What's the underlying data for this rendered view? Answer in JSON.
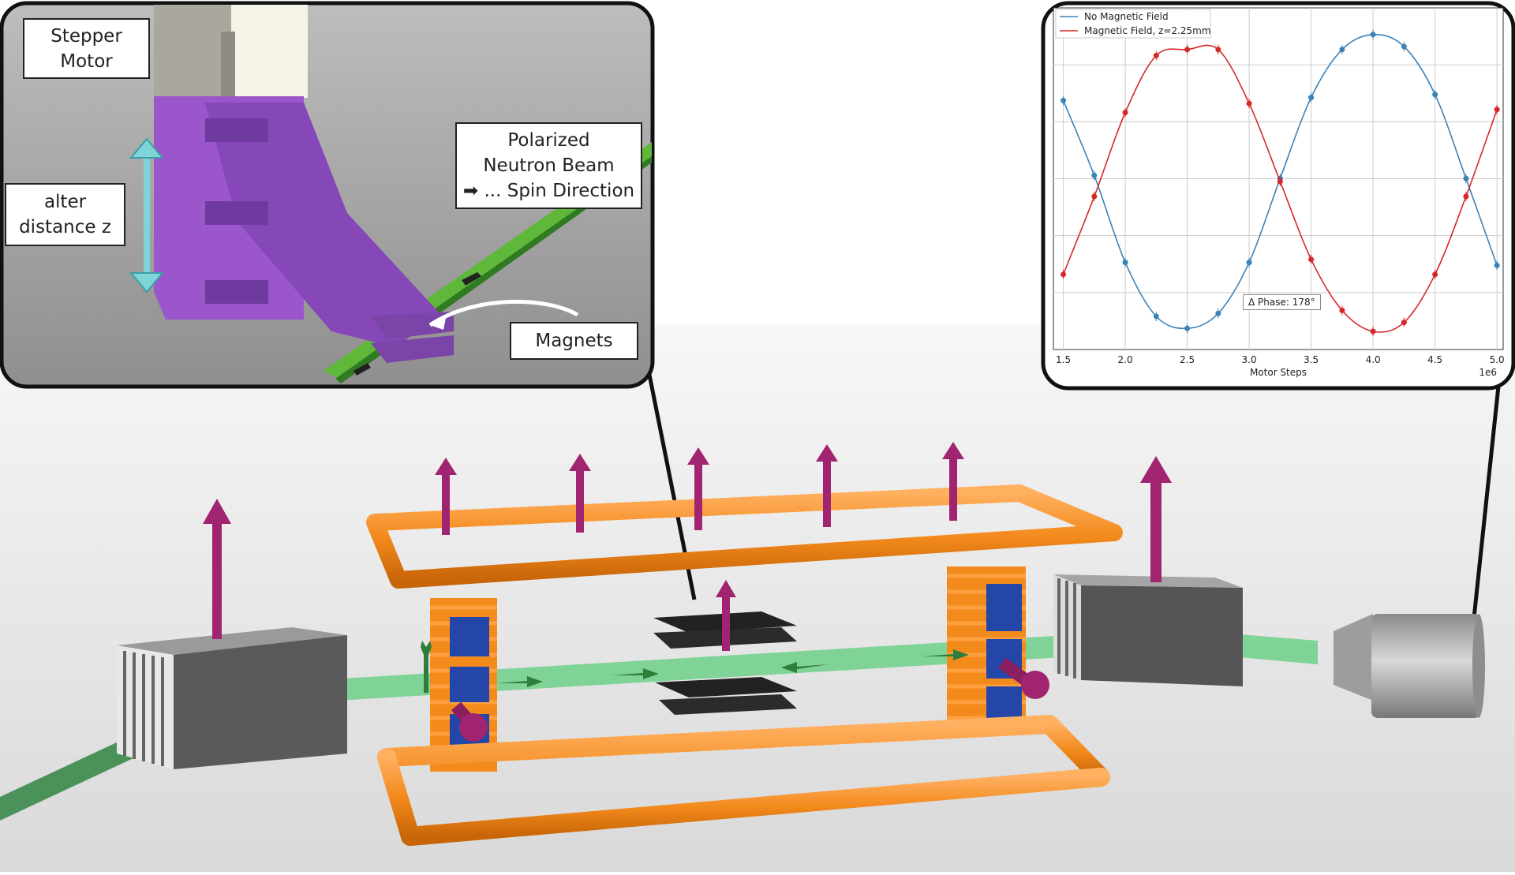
{
  "inset_left": {
    "labels": {
      "stepper_motor": [
        "Stepper",
        "Motor"
      ],
      "alter_distance": [
        "alter",
        "distance z"
      ],
      "polarized_beam": [
        "Polarized",
        "Neutron Beam",
        "➡ ... Spin Direction"
      ],
      "magnets": "Magnets"
    }
  },
  "chart_data": {
    "type": "line",
    "xlabel": "Motor Steps",
    "xlabel_multiplier": "1e6",
    "xlim": [
      1.42,
      5.05
    ],
    "ylim": [
      0,
      1
    ],
    "xticks": [
      "1.5",
      "2.0",
      "2.5",
      "3.0",
      "3.5",
      "4.0",
      "4.5",
      "5.0"
    ],
    "grid": true,
    "legend_position": "top-left",
    "annotation": "Δ Phase: 178°",
    "series": [
      {
        "name": "No Magnetic Field",
        "color": "#3b82b8",
        "x": [
          1.5,
          1.75,
          2.0,
          2.25,
          2.5,
          2.75,
          3.0,
          3.25,
          3.5,
          3.75,
          4.0,
          4.25,
          4.5,
          4.75,
          5.0
        ],
        "y": [
          0.77,
          0.52,
          0.23,
          0.05,
          0.01,
          0.06,
          0.23,
          0.51,
          0.78,
          0.94,
          0.99,
          0.95,
          0.79,
          0.51,
          0.22
        ]
      },
      {
        "name": "Magnetic Field, z=2.25mm",
        "color": "#d62728",
        "x": [
          1.5,
          1.75,
          2.0,
          2.25,
          2.5,
          2.75,
          3.0,
          3.25,
          3.5,
          3.75,
          4.0,
          4.25,
          4.5,
          4.75,
          5.0
        ],
        "y": [
          0.19,
          0.45,
          0.73,
          0.92,
          0.94,
          0.94,
          0.76,
          0.5,
          0.24,
          0.07,
          0.0,
          0.03,
          0.19,
          0.45,
          0.74
        ]
      }
    ]
  }
}
